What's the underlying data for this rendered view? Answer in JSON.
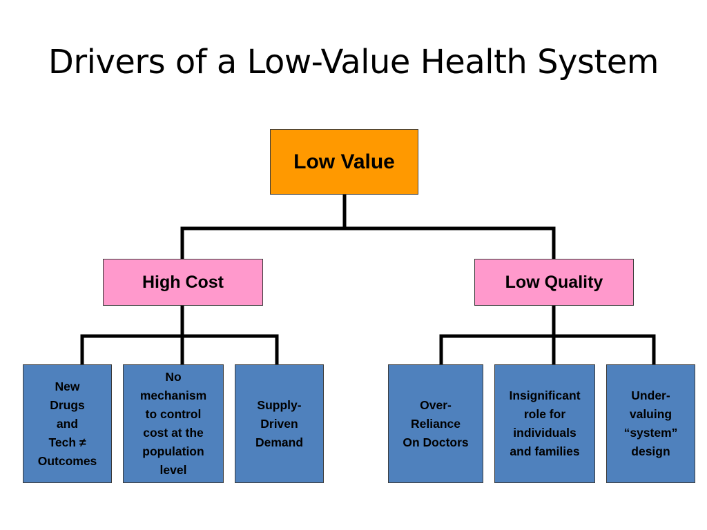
{
  "title": "Drivers of a Low-Value Health System",
  "colors": {
    "root": "#ff9900",
    "mid": "#ff99cc",
    "leaf": "#4f81bd",
    "connector": "#000000"
  },
  "root": {
    "label": "Low Value"
  },
  "branches": [
    {
      "label": "High Cost",
      "children": [
        "New\nDrugs\nand\nTech ≠\nOutcomes",
        "No\nmechanism\nto control\ncost at the\npopulation\nlevel",
        "Supply-\nDriven\nDemand"
      ]
    },
    {
      "label": "Low Quality",
      "children": [
        "Over-\nReliance\nOn Doctors",
        "Insignificant\nrole for\nindividuals\nand families",
        "Under-\nvaluing\n“system”\ndesign"
      ]
    }
  ]
}
